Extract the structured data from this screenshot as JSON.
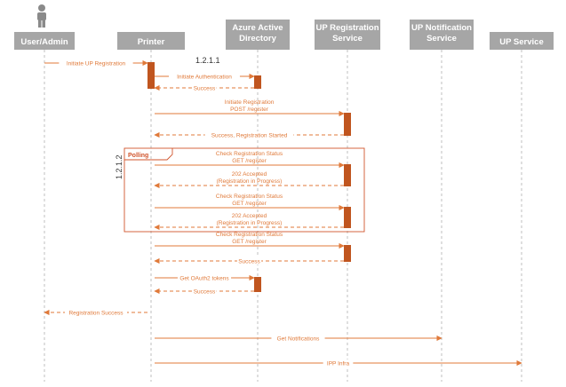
{
  "colors": {
    "header_bg": "#a6a6a6",
    "header_text": "#ffffff",
    "lifeline": "#b0b0b0",
    "message": "#e07a3a",
    "activation": "#c0551f",
    "frame": "#d0542c",
    "actor": "#8a8a8a"
  },
  "actor_icon": "person-icon",
  "participants": [
    {
      "id": "user",
      "lines": [
        "User/Admin"
      ]
    },
    {
      "id": "printer",
      "lines": [
        "Printer"
      ]
    },
    {
      "id": "aad",
      "lines": [
        "Azure Active",
        "Directory"
      ]
    },
    {
      "id": "upreg",
      "lines": [
        "UP Registration",
        "Service"
      ]
    },
    {
      "id": "upnotif",
      "lines": [
        "UP Notification",
        "Service"
      ]
    },
    {
      "id": "upsvc",
      "lines": [
        "UP Service"
      ]
    }
  ],
  "step_labels": {
    "auth_step": "1.2.1.1",
    "poll_step": "1.2.1.2"
  },
  "frame": {
    "label": "Polling"
  },
  "activations": [
    {
      "participant": "printer",
      "from_msg": 0,
      "to_msg": 2
    },
    {
      "participant": "aad",
      "from_msg": 1,
      "to_msg": 2
    },
    {
      "participant": "upreg",
      "from_msg": 3,
      "to_msg": 4
    },
    {
      "participant": "upreg",
      "from_msg": 5,
      "to_msg": 6
    },
    {
      "participant": "upreg",
      "from_msg": 7,
      "to_msg": 8
    },
    {
      "participant": "upreg",
      "from_msg": 9,
      "to_msg": 10
    },
    {
      "participant": "aad",
      "from_msg": 11,
      "to_msg": 12
    }
  ],
  "messages": [
    {
      "from": "user",
      "to": "printer",
      "type": "sync",
      "lines": [
        "Initiate UP Registration"
      ]
    },
    {
      "from": "printer",
      "to": "aad",
      "type": "sync",
      "lines": [
        "Initiate Authentication"
      ]
    },
    {
      "from": "aad",
      "to": "printer",
      "type": "return",
      "lines": [
        "Success"
      ]
    },
    {
      "from": "printer",
      "to": "upreg",
      "type": "sync",
      "lines": [
        "Initiate Registration",
        "POST /register"
      ]
    },
    {
      "from": "upreg",
      "to": "printer",
      "type": "return",
      "lines": [
        "Success, Registration Started"
      ]
    },
    {
      "from": "printer",
      "to": "upreg",
      "type": "sync",
      "lines": [
        "Check Registration Status",
        "GET /register"
      ]
    },
    {
      "from": "upreg",
      "to": "printer",
      "type": "return",
      "lines": [
        "202 Accepted",
        "(Registration in Progress)"
      ]
    },
    {
      "from": "printer",
      "to": "upreg",
      "type": "sync",
      "lines": [
        "Check Registration Status",
        "GET /register"
      ]
    },
    {
      "from": "upreg",
      "to": "printer",
      "type": "return",
      "lines": [
        "202 Accepted",
        "(Registration in Progress)"
      ]
    },
    {
      "from": "printer",
      "to": "upreg",
      "type": "sync",
      "lines": [
        "Check Registration Status",
        "GET /register"
      ]
    },
    {
      "from": "upreg",
      "to": "printer",
      "type": "return",
      "lines": [
        "Success"
      ]
    },
    {
      "from": "printer",
      "to": "aad",
      "type": "sync",
      "lines": [
        "Get OAuth2 tokens"
      ]
    },
    {
      "from": "aad",
      "to": "printer",
      "type": "return",
      "lines": [
        "Success"
      ]
    },
    {
      "from": "printer",
      "to": "user",
      "type": "return",
      "lines": [
        "Registration Success"
      ]
    },
    {
      "from": "printer",
      "to": "upnotif",
      "type": "sync",
      "lines": [
        "Get Notifications"
      ]
    },
    {
      "from": "printer",
      "to": "upsvc",
      "type": "sync",
      "lines": [
        "IPP Infra"
      ]
    }
  ]
}
